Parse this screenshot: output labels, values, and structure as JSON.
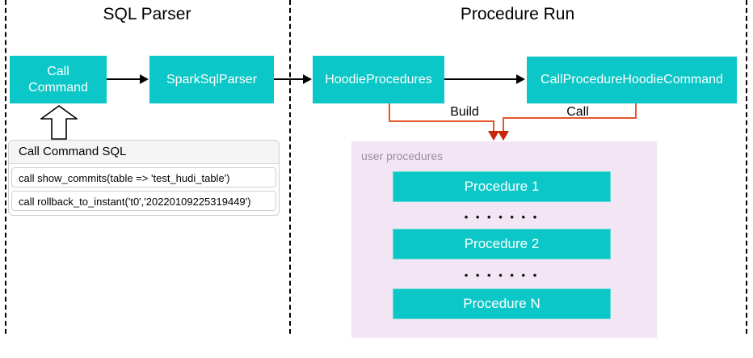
{
  "colors": {
    "node_teal": "#0bc7c7",
    "node_text": "#ffffff",
    "procedures_panel_pink": "#f3e6f4",
    "connector_orange": "#e4572a",
    "connector_arrowhead_red": "#c8270b",
    "black_arrow": "#000000",
    "muted_label_gray": "#9a8fa0",
    "panel_header_gray": "#f5f5f5"
  },
  "sections": {
    "sql_parser": {
      "title": "SQL Parser"
    },
    "procedure_run": {
      "title": "Procedure Run"
    }
  },
  "nodes": {
    "call_command": "Call Command",
    "spark_sql_parser": "SparkSqlParser",
    "hoodie_procedures": "HoodieProcedures",
    "call_procedure_hoodie_command": "CallProcedureHoodieCommand"
  },
  "edges": {
    "build_label": "Build",
    "call_label": "Call"
  },
  "sql_panel": {
    "title": "Call Command SQL",
    "rows": [
      "call show_commits(table => 'test_hudi_table')",
      "call rollback_to_instant('t0','20220109225319449')"
    ]
  },
  "user_procedures": {
    "label": "user procedures",
    "items": [
      "Procedure 1",
      "Procedure 2",
      "Procedure N"
    ],
    "ellipsis": "• • • • • • •"
  }
}
